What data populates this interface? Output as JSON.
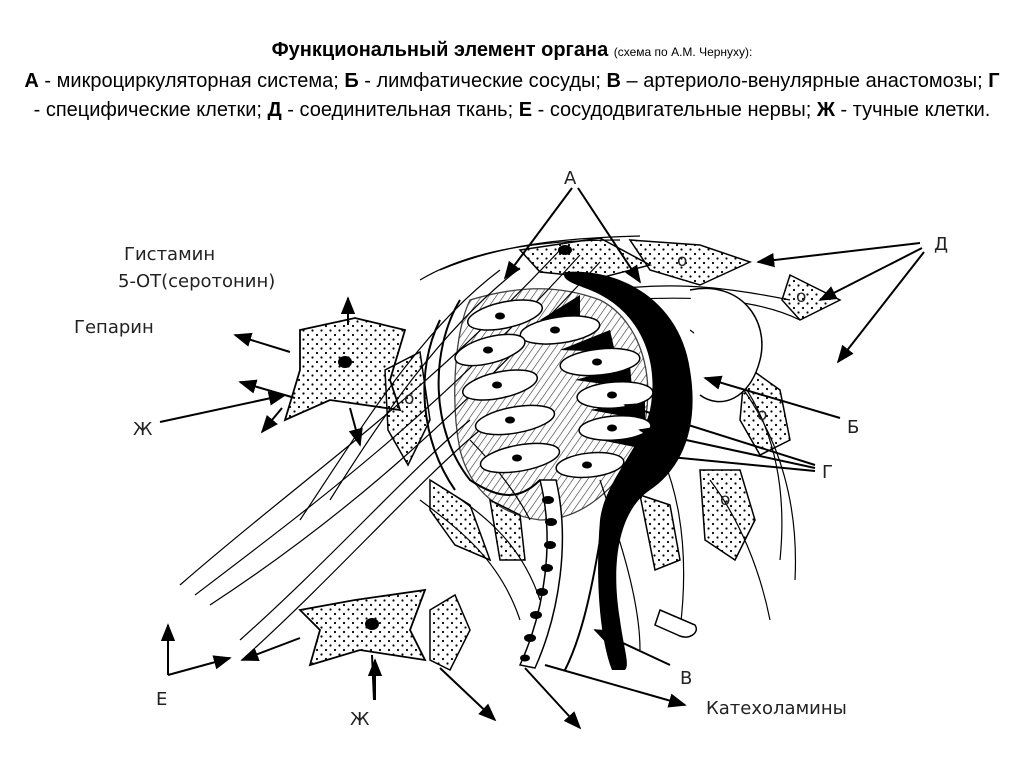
{
  "caption": {
    "title": "Функциональный элемент органа",
    "source": "(схема по А.М. Чернуху):",
    "items": [
      {
        "key": "А",
        "text": " - микроциркуляторная система; "
      },
      {
        "key": "Б",
        "text": " - лимфатические сосуды; "
      },
      {
        "key": "В",
        "text": " – артериоло-венулярные анастомозы; "
      },
      {
        "key": "Г",
        "text": " - специфические клетки; "
      },
      {
        "key": "Д",
        "text": " - соединительная ткань; "
      },
      {
        "key": "Е",
        "text": " - сосудодвигательные нервы; "
      },
      {
        "key": "Ж",
        "text": " - тучные клетки."
      }
    ]
  },
  "labels": {
    "a": "А",
    "d": "Д",
    "b": "Б",
    "g": "Г",
    "v": "В",
    "e": "Е",
    "zh_top": "Ж",
    "zh_bottom": "Ж",
    "histamine": "Гистамин",
    "serotonin": "5-ОТ(серотонин)",
    "heparin": "Гепарин",
    "catecholamines": "Катехоламины",
    "cell_nucleus_mark": "о"
  },
  "colors": {
    "ink": "#000000",
    "label": "#222222",
    "background": "#ffffff"
  }
}
